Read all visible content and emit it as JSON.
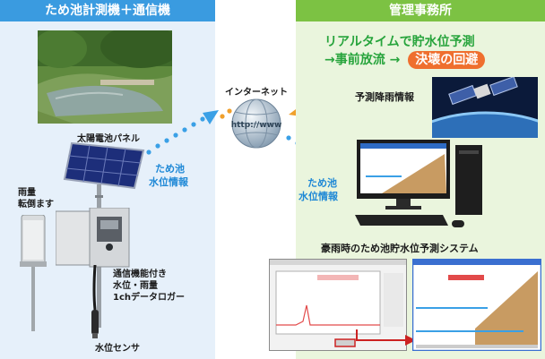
{
  "left_panel": {
    "title": "ため池計測機＋通信機",
    "solar_panel_label": "太陽電池パネル",
    "rain_gauge_label_1": "雨量",
    "rain_gauge_label_2": "転倒ます",
    "logger_label_1": "通信機能付き",
    "logger_label_2": "水位・雨量",
    "logger_label_3": "1chデータロガー",
    "sensor_label": "水位センサ",
    "flow_label_1": "ため池",
    "flow_label_2": "水位情報"
  },
  "center": {
    "internet_label": "インターネット",
    "globe_text": "http://www"
  },
  "right_panel": {
    "title": "管理事務所",
    "headline_1": "リアルタイムで貯水位予測",
    "headline_2a": "→事前放流 →",
    "headline_2b": "決壊の回避",
    "forecast_label": "予測降雨情報",
    "flow_label_1": "ため池",
    "flow_label_2": "水位情報",
    "system_label": "豪雨時のため池貯水位予測システム"
  },
  "colors": {
    "left_bg": "#e6f0fa",
    "left_header": "#3a9be0",
    "right_bg": "#eaf5dd",
    "right_header": "#7cc243",
    "headline_green": "#27a43c",
    "badge_orange": "#ef6f2e",
    "arrow_blue": "#3aa0e6",
    "arrow_orange": "#f0a02c"
  }
}
